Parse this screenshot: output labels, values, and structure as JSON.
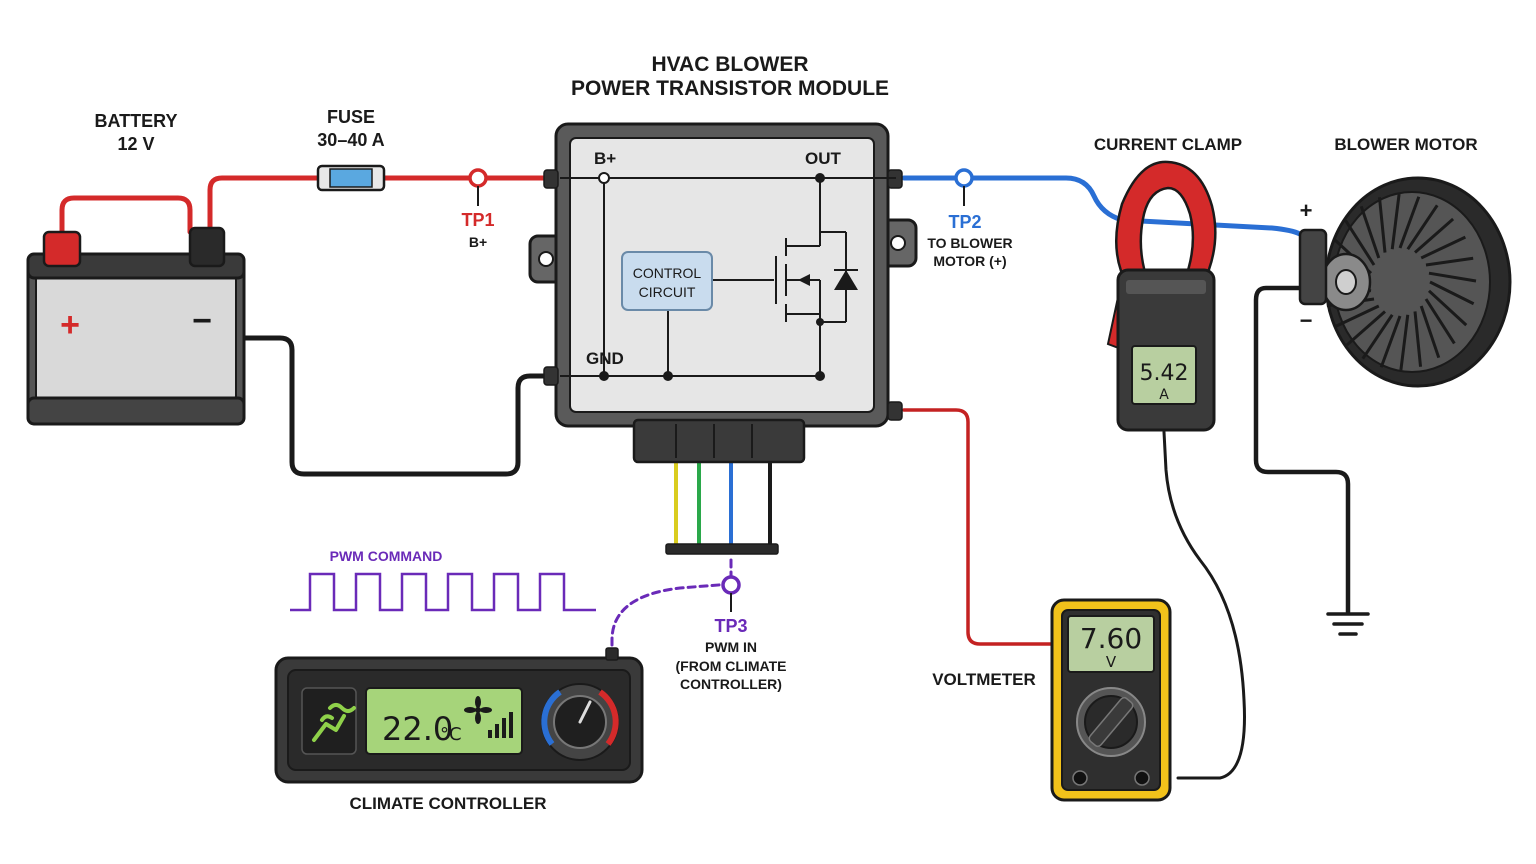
{
  "title": {
    "line1": "HVAC BLOWER",
    "line2": "POWER TRANSISTOR MODULE"
  },
  "battery": {
    "label": "BATTERY",
    "voltage": "12 V",
    "plus": "+",
    "minus": "−"
  },
  "fuse": {
    "label": "FUSE",
    "rating": "30–40 A"
  },
  "module": {
    "terminal_bplus": "B+",
    "terminal_out": "OUT",
    "terminal_gnd": "GND",
    "control_line1": "CONTROL",
    "control_line2": "CIRCUIT"
  },
  "test_points": {
    "tp1": {
      "name": "TP1",
      "desc": "B+"
    },
    "tp2": {
      "name": "TP2",
      "desc1": "TO BLOWER",
      "desc2": "MOTOR (+)"
    },
    "tp3": {
      "name": "TP3",
      "desc1": "PWM IN",
      "desc2": "(FROM CLIMATE",
      "desc3": "CONTROLLER)"
    }
  },
  "current_clamp": {
    "label": "CURRENT CLAMP",
    "reading": "5.42",
    "unit": "A"
  },
  "blower_motor": {
    "label": "BLOWER MOTOR",
    "plus": "+",
    "minus": "−"
  },
  "voltmeter": {
    "label": "VOLTMETER",
    "reading": "7.60",
    "unit": "V"
  },
  "pwm": {
    "label": "PWM COMMAND"
  },
  "climate_controller": {
    "label": "CLIMATE CONTROLLER",
    "temperature": "22.0",
    "temp_unit": "°C"
  },
  "colors": {
    "positive_wire": "#d42a2a",
    "motor_wire": "#2a6fd4",
    "ground_wire": "#1a1a1a",
    "pwm_signal": "#6a2ab8",
    "tp_red": "#d42a2a",
    "tp_blue": "#2a6fd4",
    "tp_purple": "#6a2ab8",
    "lcd_green": "#a6d47a",
    "meter_yellow": "#f2c21b"
  }
}
